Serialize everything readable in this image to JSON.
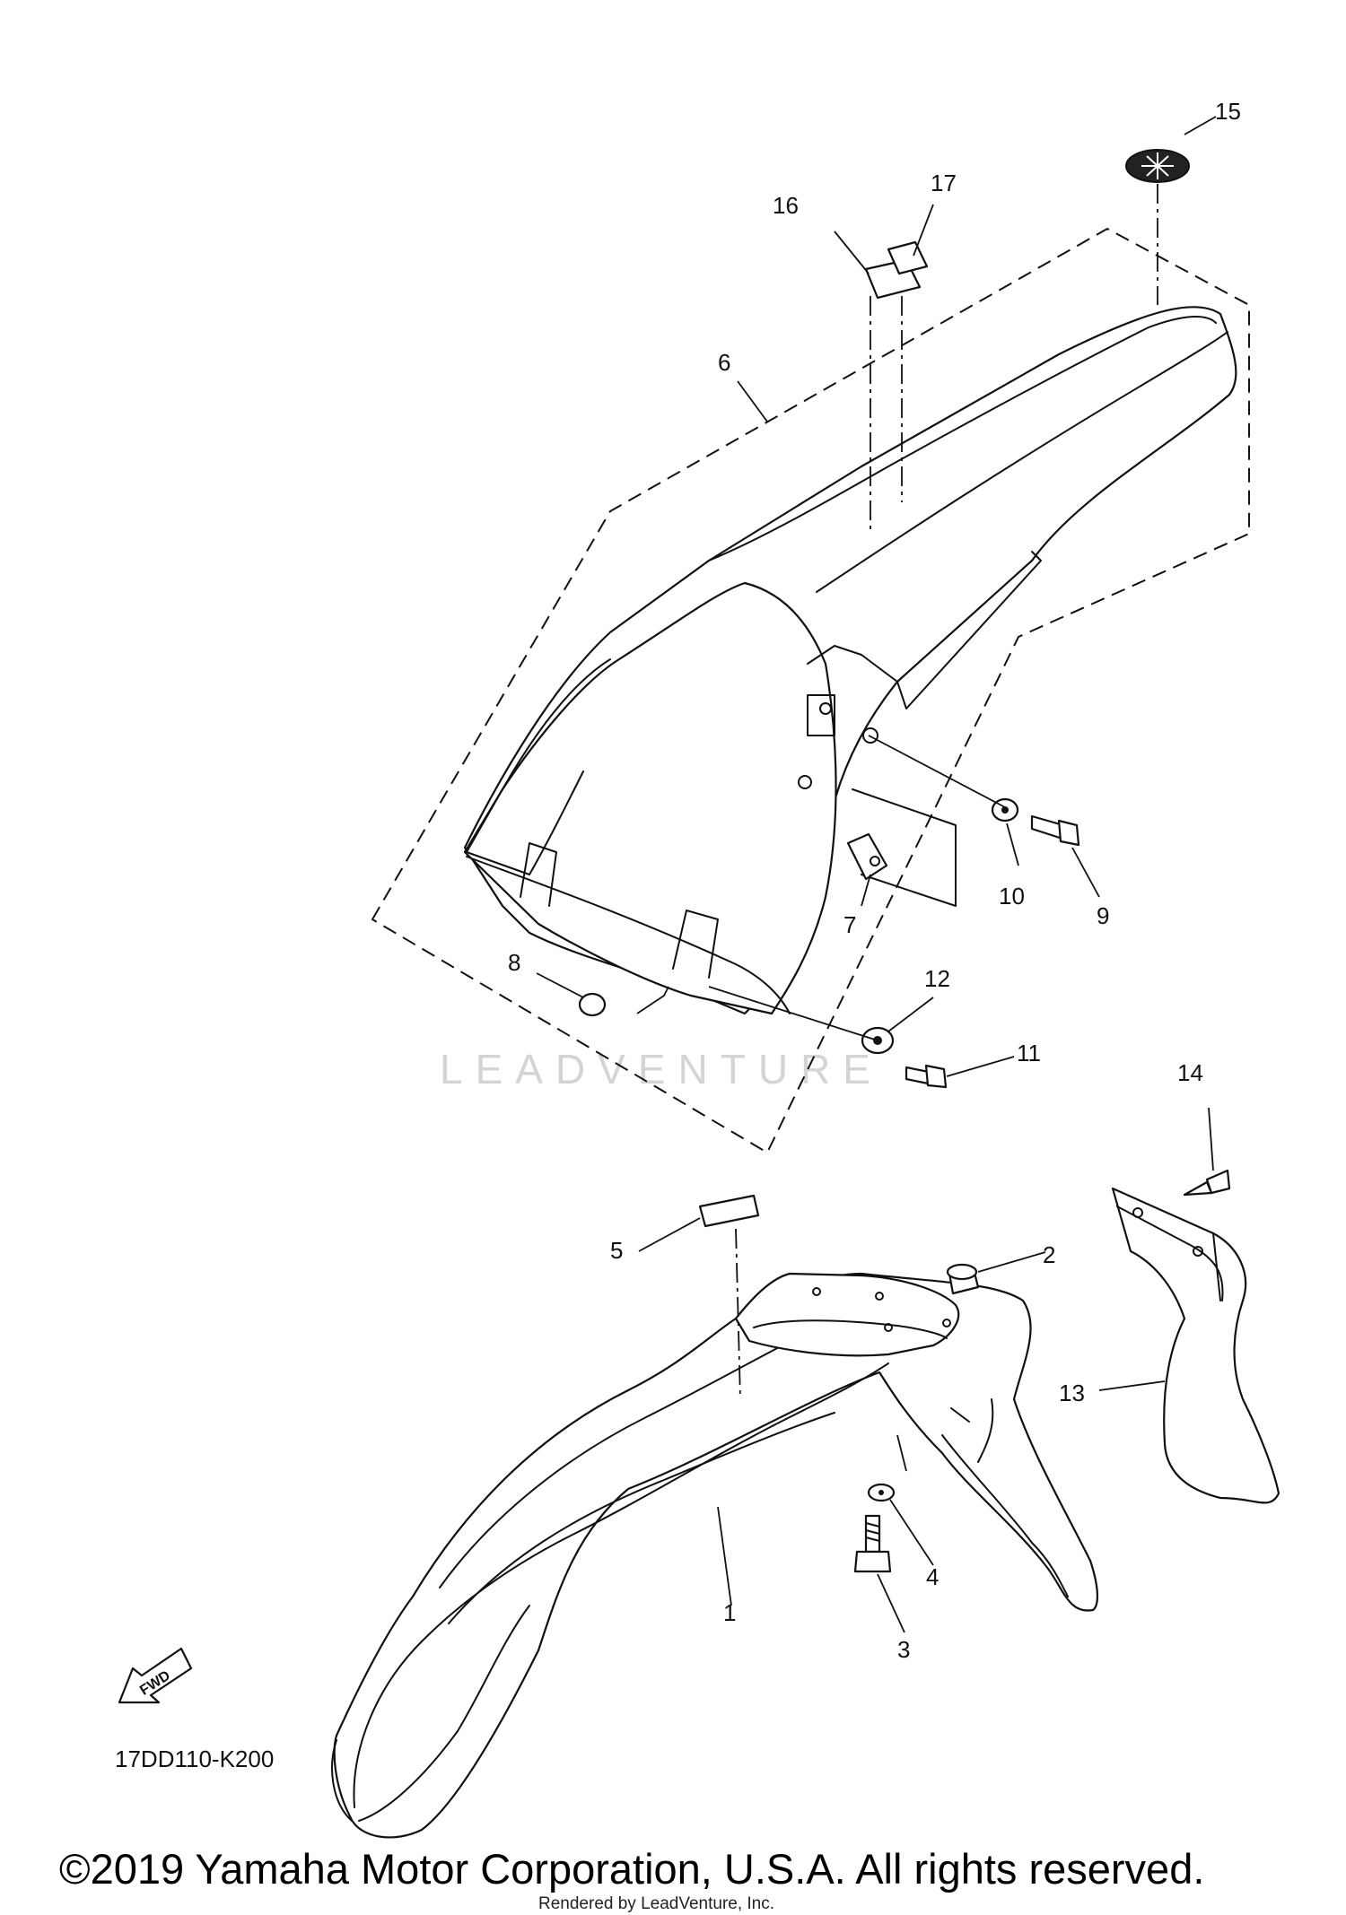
{
  "diagram": {
    "diagram_code": "17DD110-K200",
    "direction_label": "FWD",
    "watermark": "LEADVENTURE",
    "copyright": "©2019 Yamaha Motor Corporation, U.S.A. All rights reserved.",
    "rendered_by": "Rendered by LeadVenture, Inc.",
    "callouts": [
      "1",
      "2",
      "3",
      "4",
      "5",
      "6",
      "7",
      "8",
      "9",
      "10",
      "11",
      "12",
      "13",
      "14",
      "15",
      "16",
      "17"
    ]
  }
}
